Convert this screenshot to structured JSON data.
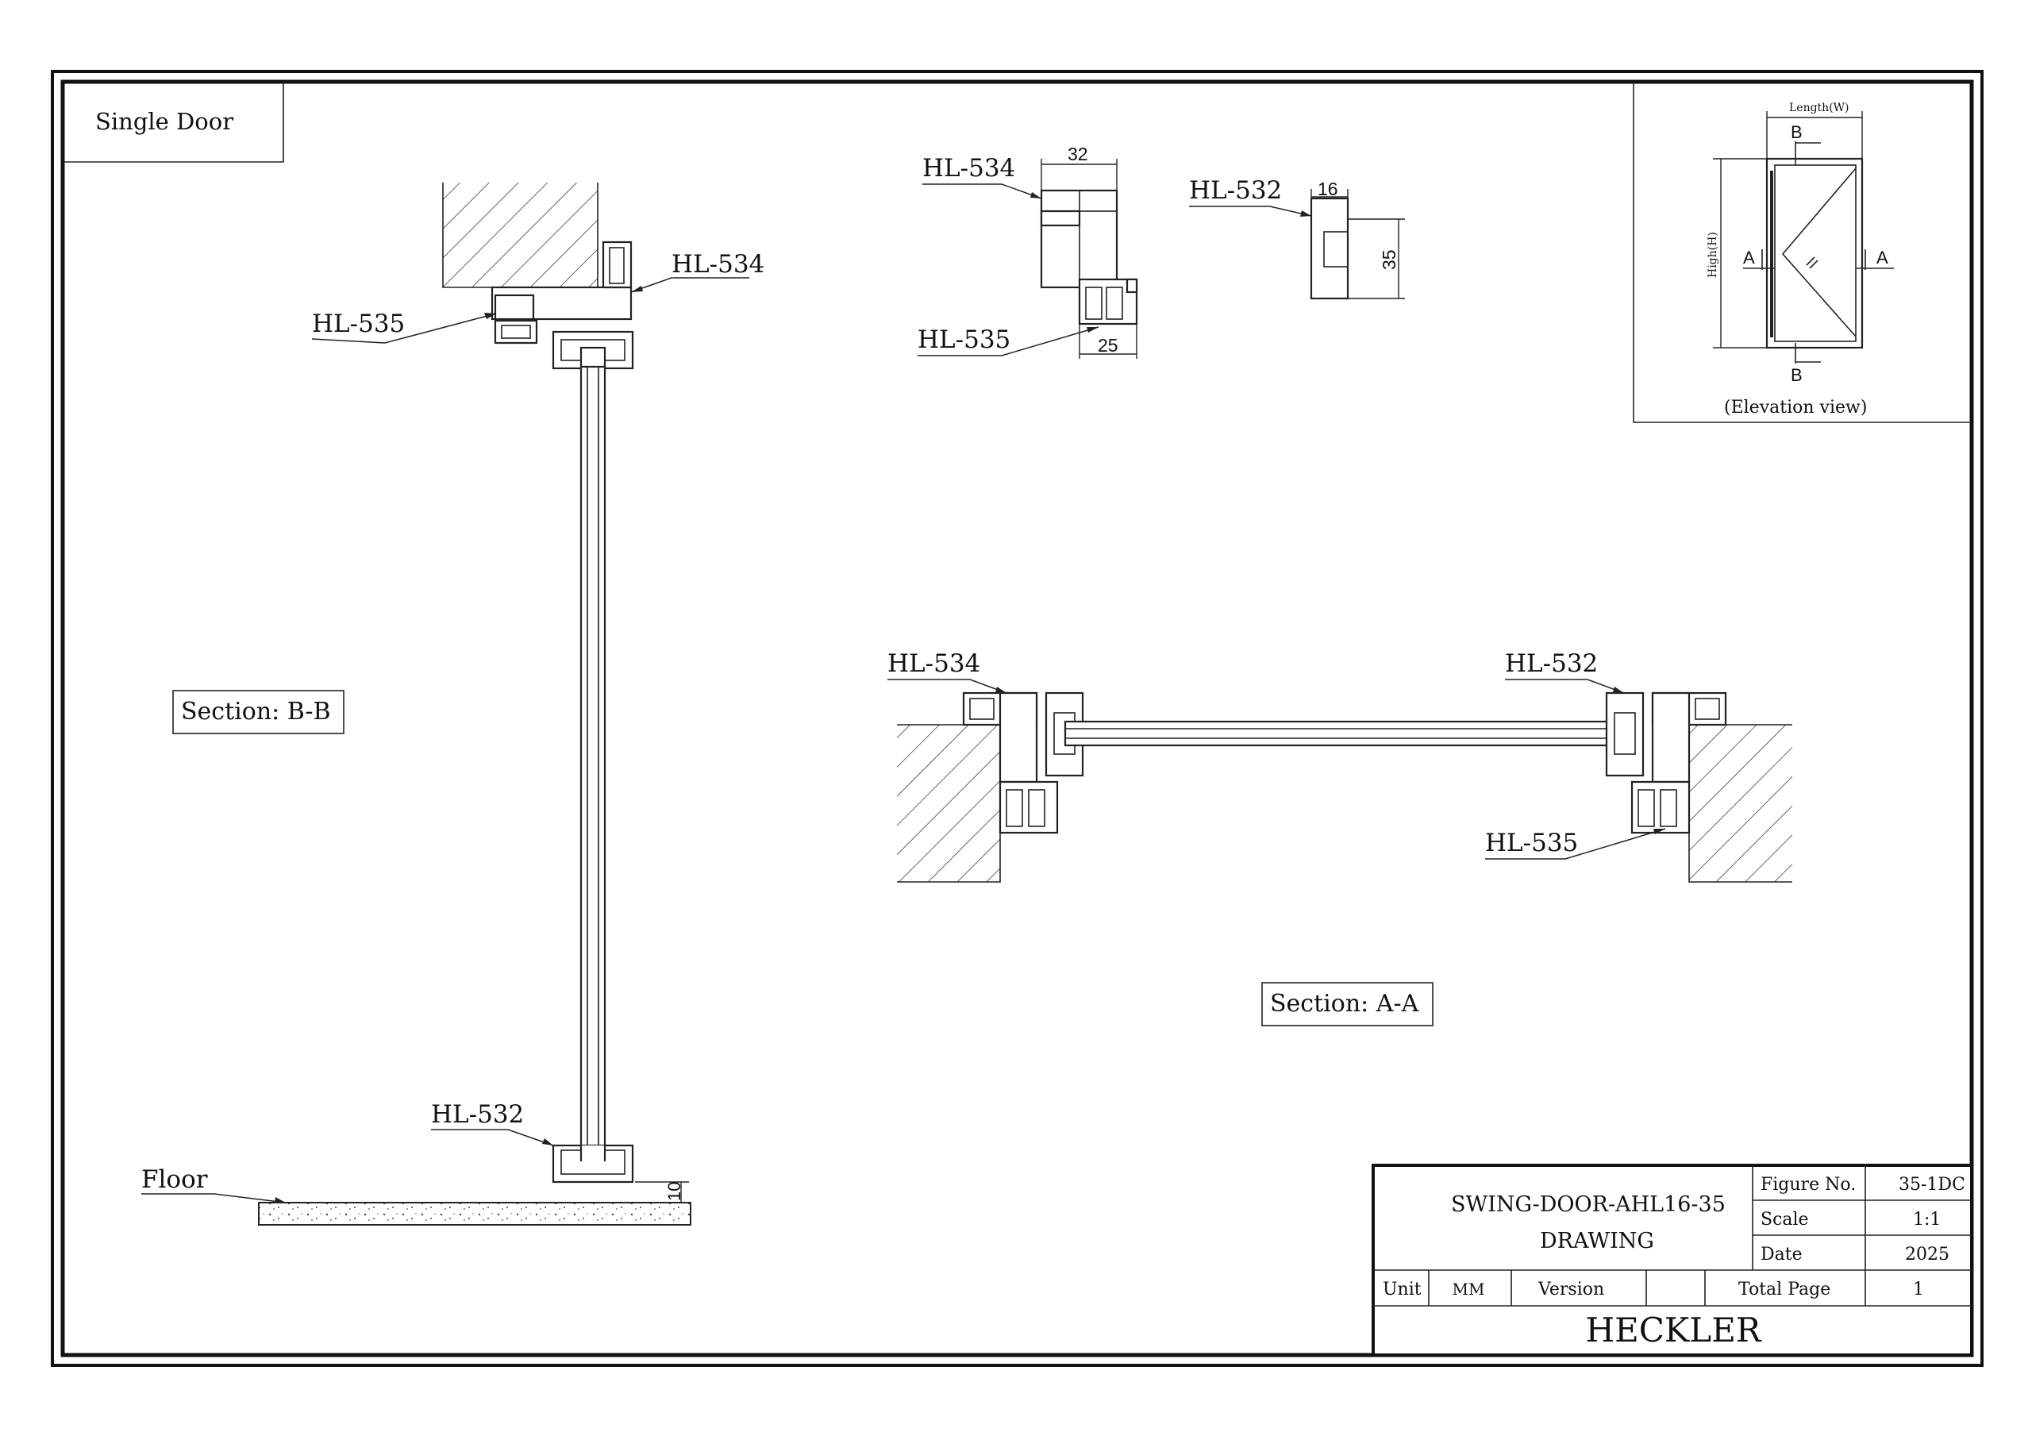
{
  "labels": {
    "single_door": "Single Door",
    "section_bb": "Section: B-B",
    "section_aa": "Section: A-A",
    "floor": "Floor",
    "elevation_view": "(Elevation view)"
  },
  "profiles": {
    "hl534": "HL-534",
    "hl535": "HL-535",
    "hl532": "HL-532"
  },
  "dimensions": {
    "hl534_width": "32",
    "hl535_width": "25",
    "hl532_width": "16",
    "hl532_height": "35",
    "floor_gap": "10"
  },
  "elevation": {
    "length": "Length(W)",
    "height": "High(H)",
    "mark_b": "B",
    "mark_a": "A"
  },
  "title_block": {
    "title_line1": "SWING-DOOR-AHL16-35",
    "title_line2": "DRAWING",
    "figure_no_label": "Figure No.",
    "figure_no": "35-1DC",
    "scale_label": "Scale",
    "scale": "1:1",
    "date_label": "Date",
    "date": "2025",
    "unit_label": "Unit",
    "unit": "MM",
    "version_label": "Version",
    "version": "",
    "total_page_label": "Total Page",
    "total_page": "1",
    "company": "HECKLER"
  }
}
